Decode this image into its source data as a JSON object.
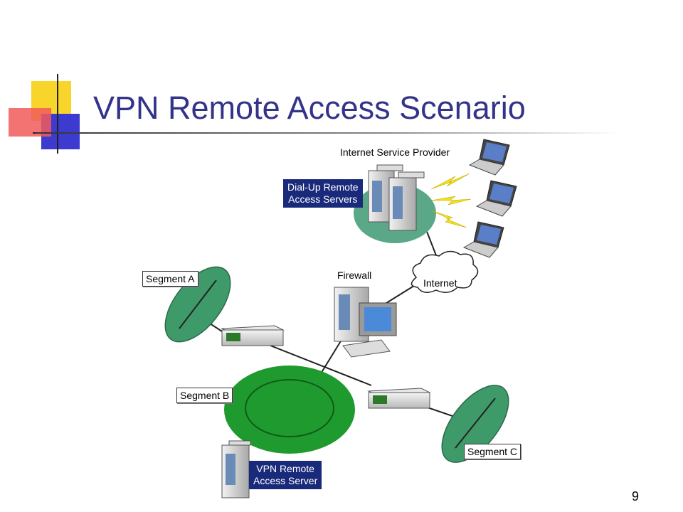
{
  "slide": {
    "title": "VPN Remote Access Scenario",
    "page_number": "9"
  },
  "labels": {
    "isp": "Internet Service Provider",
    "dialup_line1": "Dial-Up Remote",
    "dialup_line2": "Access Servers",
    "firewall": "Firewall",
    "internet": "Internet",
    "segment_a": "Segment A",
    "segment_b": "Segment B",
    "segment_c": "Segment C",
    "vpn_line1": "VPN Remote",
    "vpn_line2": "Access Server"
  },
  "colors": {
    "title": "#33338a",
    "segment_green": "#2f9a5a",
    "segment_b_green": "#1e9a2e",
    "label_dark": "#1a2a7a"
  }
}
